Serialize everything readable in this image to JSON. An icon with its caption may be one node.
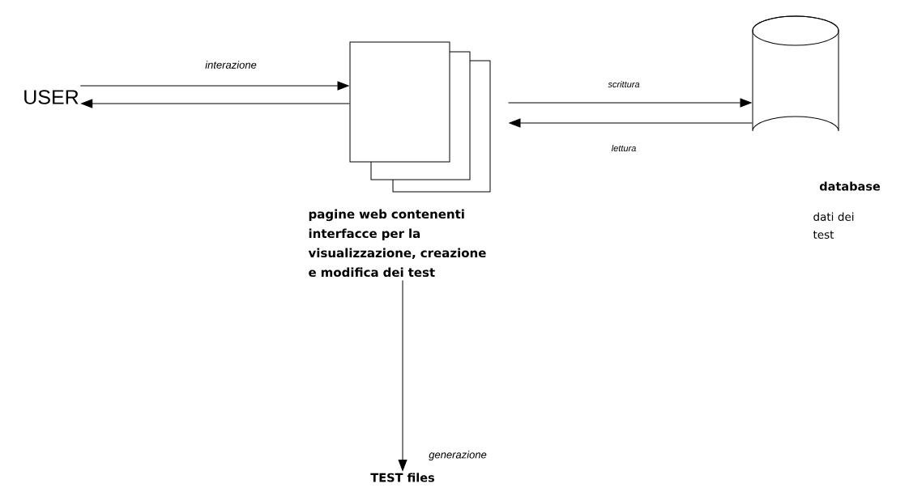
{
  "diagram": {
    "nodes": [
      {
        "text": [
          "USER"
        ]
      },
      {
        "text": [
          "pagine web contenenti interfacce per la visualizzazione, creazione e modifica dei test"
        ]
      },
      {
        "text": [
          "database"
        ]
      },
      {
        "text": [
          "TEST files"
        ]
      }
    ],
    "edges": [
      {
        "from": 0,
        "to": 1,
        "arrow": "to",
        "label": "interazione"
      },
      {
        "from": 1,
        "to": 0,
        "arrow": "to"
      },
      {
        "from": 1,
        "to": 2,
        "arrow": "to",
        "label": "scrittura"
      },
      {
        "from": 2,
        "to": 1,
        "arrow": "to",
        "label": "lettura"
      },
      {
        "from": 1,
        "to": 3,
        "arrow": "to",
        "label": "generazione"
      }
    ],
    "labels": [
      "dati dei test"
    ]
  }
}
